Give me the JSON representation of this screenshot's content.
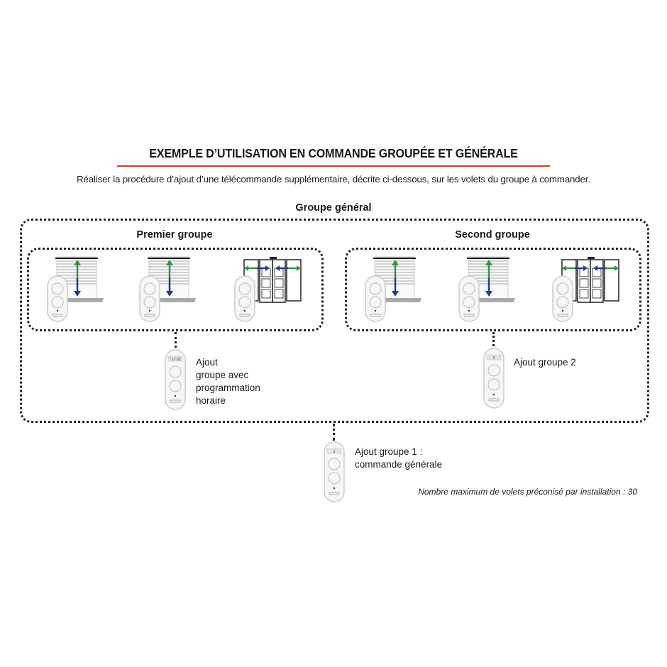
{
  "title": "EXEMPLE D’UTILISATION EN COMMANDE GROUPÉE ET GÉNÉRALE",
  "subtitle": "Réaliser la procédure d’ajout d’une télécommande supplémentaire, décrite ci-dessous, sur les volets du groupe à commander.",
  "general_group": {
    "label": "Groupe général"
  },
  "groups": [
    {
      "label": "Premier groupe",
      "devices": [
        "roller-shutter",
        "roller-shutter",
        "sliding-shutter"
      ],
      "remote_label_lines": [
        "Ajout",
        "groupe avec",
        "programmation",
        "horaire"
      ]
    },
    {
      "label": "Second groupe",
      "devices": [
        "roller-shutter",
        "roller-shutter",
        "sliding-shutter"
      ],
      "remote_label_lines": [
        "Ajout groupe 2"
      ]
    }
  ],
  "general_remote": {
    "label_lines": [
      "Ajout groupe 1 :",
      "commande générale"
    ]
  },
  "note": "Nombre maximum de volets préconisé par installation : 30",
  "colors": {
    "accent_rule": "#d9382b",
    "arrow_green": "#2a9a3a",
    "arrow_blue": "#1f3c8f"
  }
}
